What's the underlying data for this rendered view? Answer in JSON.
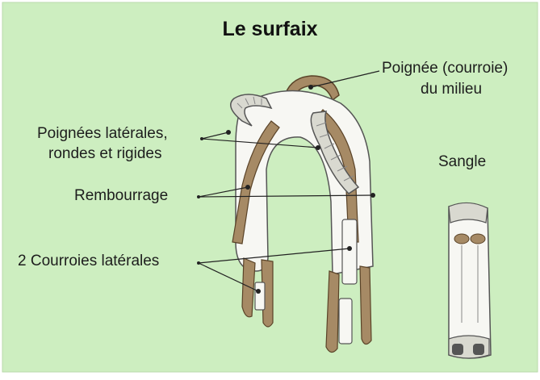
{
  "title": "Le surfaix",
  "labels": {
    "middle_handle_line1": "Poignée (courroie)",
    "middle_handle_line2": "du milieu",
    "side_handles_line1": "Poignées latérales,",
    "side_handles_line2": "rondes et rigides",
    "padding": "Rembourrage",
    "side_straps": "2 Courroies latérales",
    "girth": "Sangle"
  },
  "colors": {
    "background": "#cdeec0",
    "leather": "#a68a65",
    "leather_dark": "#7a5f3e",
    "padding": "#f7f7f3",
    "handle": "#d9d9d0",
    "line": "#222222"
  }
}
